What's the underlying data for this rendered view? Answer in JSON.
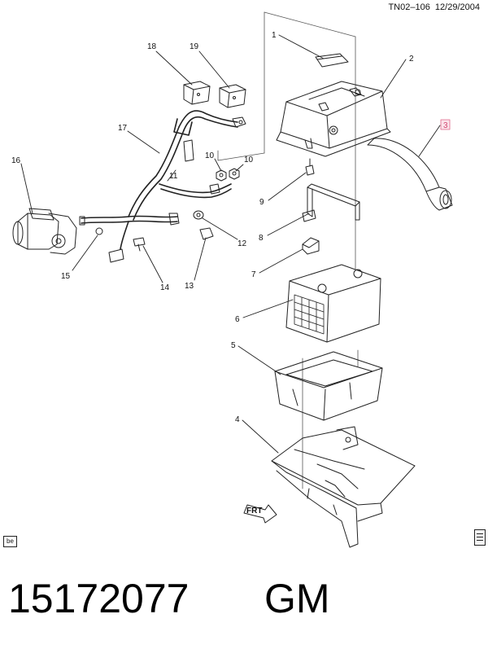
{
  "header": {
    "code": "TN02–106  12/29/2004"
  },
  "callouts": {
    "c1": "1",
    "c2": "2",
    "c3": "3",
    "c4": "4",
    "c5": "5",
    "c6": "6",
    "c7": "7",
    "c8": "8",
    "c9": "9",
    "c10a": "10",
    "c10b": "10",
    "c11": "11",
    "c12": "12",
    "c13": "13",
    "c14": "14",
    "c15": "15",
    "c16": "16",
    "c17": "17",
    "c18": "18",
    "c19": "19"
  },
  "front_arrow": {
    "label": "FRT"
  },
  "corner_box": {
    "label": "be"
  },
  "icons": {
    "document": "document-icon"
  },
  "footer": {
    "part_number": "15172077",
    "brand": "GM"
  },
  "colors": {
    "highlight_callout": "#e06a8a"
  }
}
